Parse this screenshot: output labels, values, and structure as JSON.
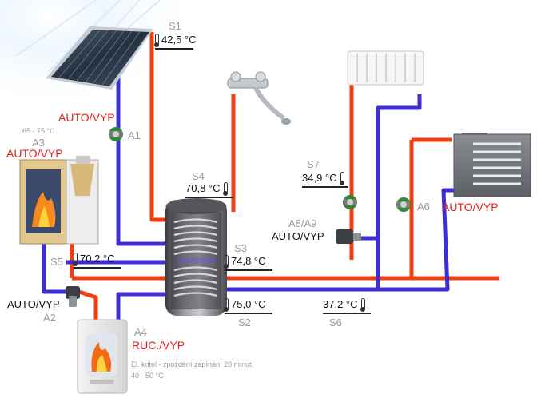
{
  "colors": {
    "hot_pipe": "#ef3e12",
    "cold_pipe": "#3f2ed6",
    "label_gray": "#9a9a9a",
    "mode_red": "#e8201a",
    "pump_green": "#2e8a3a"
  },
  "solar": {
    "id": "S1",
    "temp": "42,5 °C"
  },
  "pump_a1": {
    "id": "A1",
    "mode": "AUTO/VYP"
  },
  "boiler_a3": {
    "id": "A3",
    "range": "65 - 75 °C",
    "mode": "AUTO/VYP"
  },
  "sensor_s4": {
    "id": "S4",
    "temp": "70,8 °C"
  },
  "sensor_s3": {
    "id": "S3",
    "temp": "74,8 °C"
  },
  "sensor_s5": {
    "id": "S5",
    "temp": "70,2 °C"
  },
  "sensor_s2": {
    "id": "S2",
    "temp": "75,0 °C"
  },
  "valve_a2": {
    "id": "A2",
    "mode": "AUTO/VYP"
  },
  "electric_a4": {
    "id": "A4",
    "mode": "RUC./VYP",
    "note": "El. kotel - zpoždění zapínání 20 minut.",
    "range": "40 - 50 °C"
  },
  "sensor_s7": {
    "id": "S7",
    "temp": "34,9 °C"
  },
  "valve_a8": {
    "id": "A8/A9",
    "mode": "AUTO/VYP"
  },
  "pump_a6": {
    "id": "A6",
    "mode": "AUTO/VYP"
  },
  "sensor_s6": {
    "id": "S6",
    "temp": "37,2 °C"
  }
}
